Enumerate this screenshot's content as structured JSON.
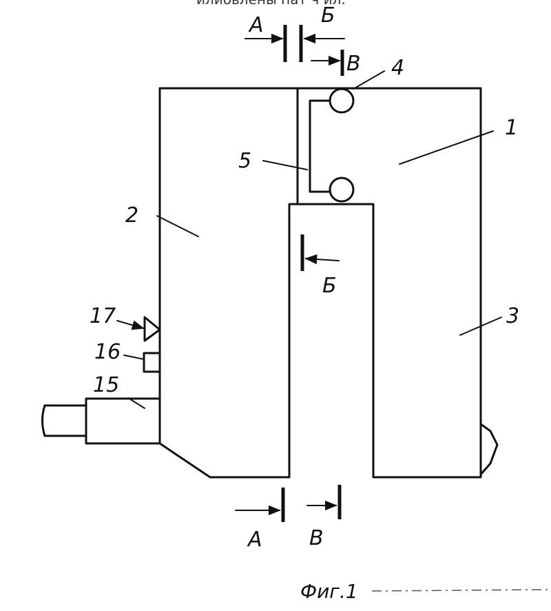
{
  "figure": {
    "header_fragment": "илиовлены     пат ч ил.",
    "caption": "Фиг.1",
    "labels": {
      "part_1": "1",
      "part_2": "2",
      "part_3": "3",
      "part_4": "4",
      "part_5": "5",
      "part_15": "15",
      "part_16": "16",
      "part_17": "17"
    },
    "section_marks": {
      "top_a": "А",
      "top_b": "Б",
      "top_v": "В",
      "mid_b": "Б",
      "bottom_a": "А",
      "bottom_v": "В"
    }
  }
}
